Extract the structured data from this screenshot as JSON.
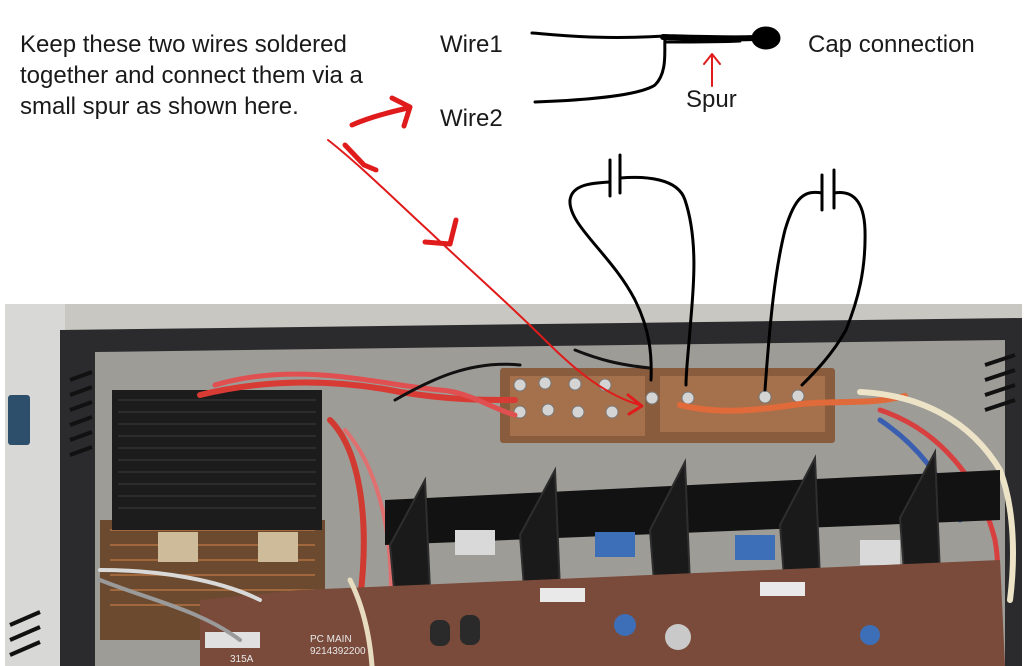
{
  "instruction": {
    "lines": [
      "Keep these two wires soldered",
      "together and connect them via a",
      "small spur as shown here."
    ]
  },
  "labels": {
    "wire1": "Wire1",
    "wire2": "Wire2",
    "cap_connection": "Cap connection",
    "spur": "Spur"
  },
  "photo": {
    "board_text": [
      "PC MAIN",
      "9214392200",
      "315A"
    ]
  },
  "colors": {
    "annotation_red": "#e01b1b",
    "ink_black": "#000000",
    "chassis": "#2a2a2c",
    "pcb": "#7a4a3a",
    "heatsink": "#161616"
  }
}
